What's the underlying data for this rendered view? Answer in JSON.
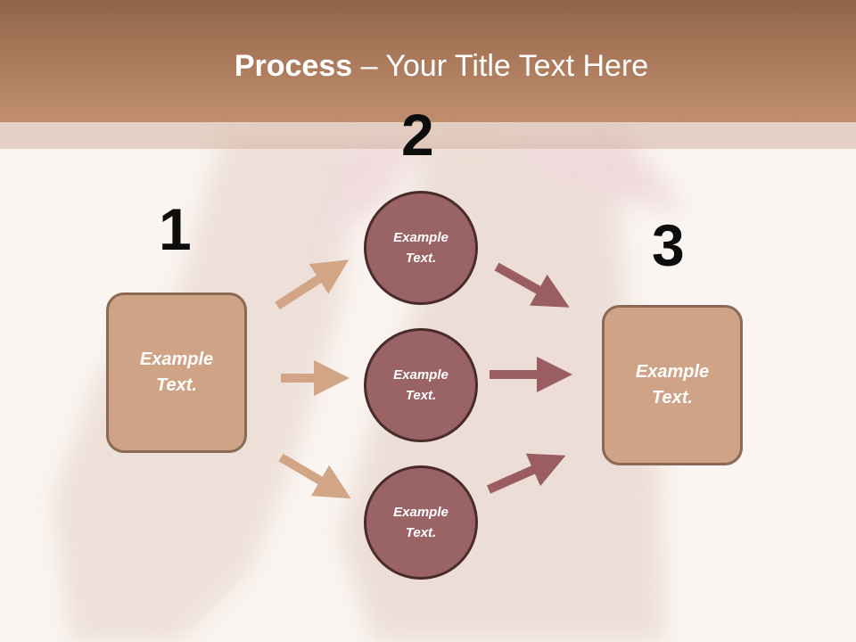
{
  "title": {
    "bold": "Process",
    "rest": " – Your Title Text Here"
  },
  "steps": {
    "step1": {
      "number": "1",
      "text": "Example Text."
    },
    "step2": {
      "number": "2",
      "items": [
        {
          "text": "Example Text."
        },
        {
          "text": "Example Text."
        },
        {
          "text": "Example Text."
        }
      ]
    },
    "step3": {
      "number": "3",
      "text": "Example Text."
    }
  },
  "colors": {
    "title_bar": "#a9785a",
    "box_fill": "#cfa386",
    "box_border": "#8a6a55",
    "circle_fill": "#9a6466",
    "circle_border": "#4a2b2b",
    "arrow_left": "#d3a587",
    "arrow_right": "#9a5e62"
  }
}
